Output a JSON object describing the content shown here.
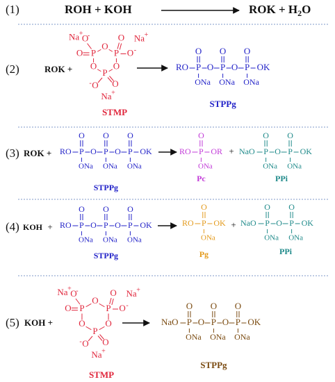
{
  "colors": {
    "blue": "#2323c8",
    "red": "#e0263c",
    "magenta": "#c23bd8",
    "teal": "#1f8a8a",
    "orange": "#e39a1c",
    "brown": "#7a4a10",
    "divider": "#7d97c9"
  },
  "reactions": [
    {
      "num": "(1)",
      "reactants": "ROH + KOH",
      "products_pre": "ROK + H",
      "products_sub": "2",
      "products_post": "O"
    },
    {
      "num": "(2)",
      "reactant": "ROK +",
      "stmp_label": "STMP",
      "product_label": "STPPg",
      "chain": {
        "start": "RO",
        "p": "P",
        "o": "O",
        "bridge": "O",
        "end": "OK",
        "ona": "ONa"
      }
    },
    {
      "num": "(3)",
      "reactant": "ROK +",
      "plus": "+",
      "chain": {
        "start": "RO",
        "end": "OK",
        "ona": "ONa"
      },
      "stppg_label": "STPPg",
      "pc": {
        "left": "RO",
        "right": "OR",
        "ona": "ONa",
        "label": "Pc"
      },
      "ppi": {
        "left": "NaO",
        "right": "OK",
        "ona": "ONa",
        "label": "PPi"
      }
    },
    {
      "num": "(4)",
      "reactant": "KOH",
      "plus": "+",
      "chain": {
        "start": "RO",
        "end": "OK",
        "ona": "ONa"
      },
      "stppg_label": "STPPg",
      "pg": {
        "left": "RO",
        "right": "OK",
        "ona": "ONa",
        "label": "Pg"
      },
      "ppi": {
        "left": "NaO",
        "right": "OK",
        "ona": "ONa",
        "label": "PPi"
      }
    },
    {
      "num": "(5)",
      "reactant": "KOH +",
      "stmp_label": "STMP",
      "product_label": "STPPg",
      "chain": {
        "start": "NaO",
        "end": "OK",
        "ona": "ONa"
      }
    }
  ],
  "stmp": {
    "na": "Na",
    "plus": "+",
    "minus": "-",
    "p": "P",
    "o": "O"
  }
}
